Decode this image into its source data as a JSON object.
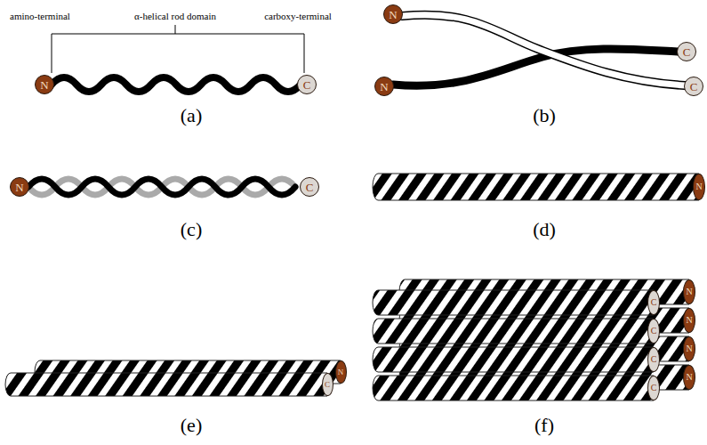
{
  "diagram": {
    "nodes": [
      {
        "text": [
          "N"
        ]
      },
      {
        "text": [
          "C"
        ]
      },
      {
        "text": [
          "N"
        ]
      },
      {
        "text": [
          "C"
        ]
      },
      {
        "text": [
          "N"
        ]
      },
      {
        "text": [
          "C"
        ]
      },
      {
        "text": [
          "N"
        ]
      },
      {
        "text": [
          "C"
        ]
      },
      {
        "text": [
          "N"
        ]
      },
      {
        "text": [
          "C"
        ]
      },
      {
        "text": [
          "N"
        ]
      },
      {
        "text": [
          "N"
        ]
      },
      {
        "text": [
          "C"
        ]
      },
      {
        "text": [
          "N"
        ]
      },
      {
        "text": [
          "C"
        ]
      },
      {
        "text": [
          "N"
        ]
      },
      {
        "text": [
          "C"
        ]
      },
      {
        "text": [
          "N"
        ]
      },
      {
        "text": [
          "C"
        ]
      }
    ],
    "labels": [
      "amino-terminal",
      "α-helical rod domain",
      "carboxy-terminal",
      "(a)",
      "(b)",
      "(c)",
      "(d)",
      "(e)",
      "(f)"
    ]
  }
}
